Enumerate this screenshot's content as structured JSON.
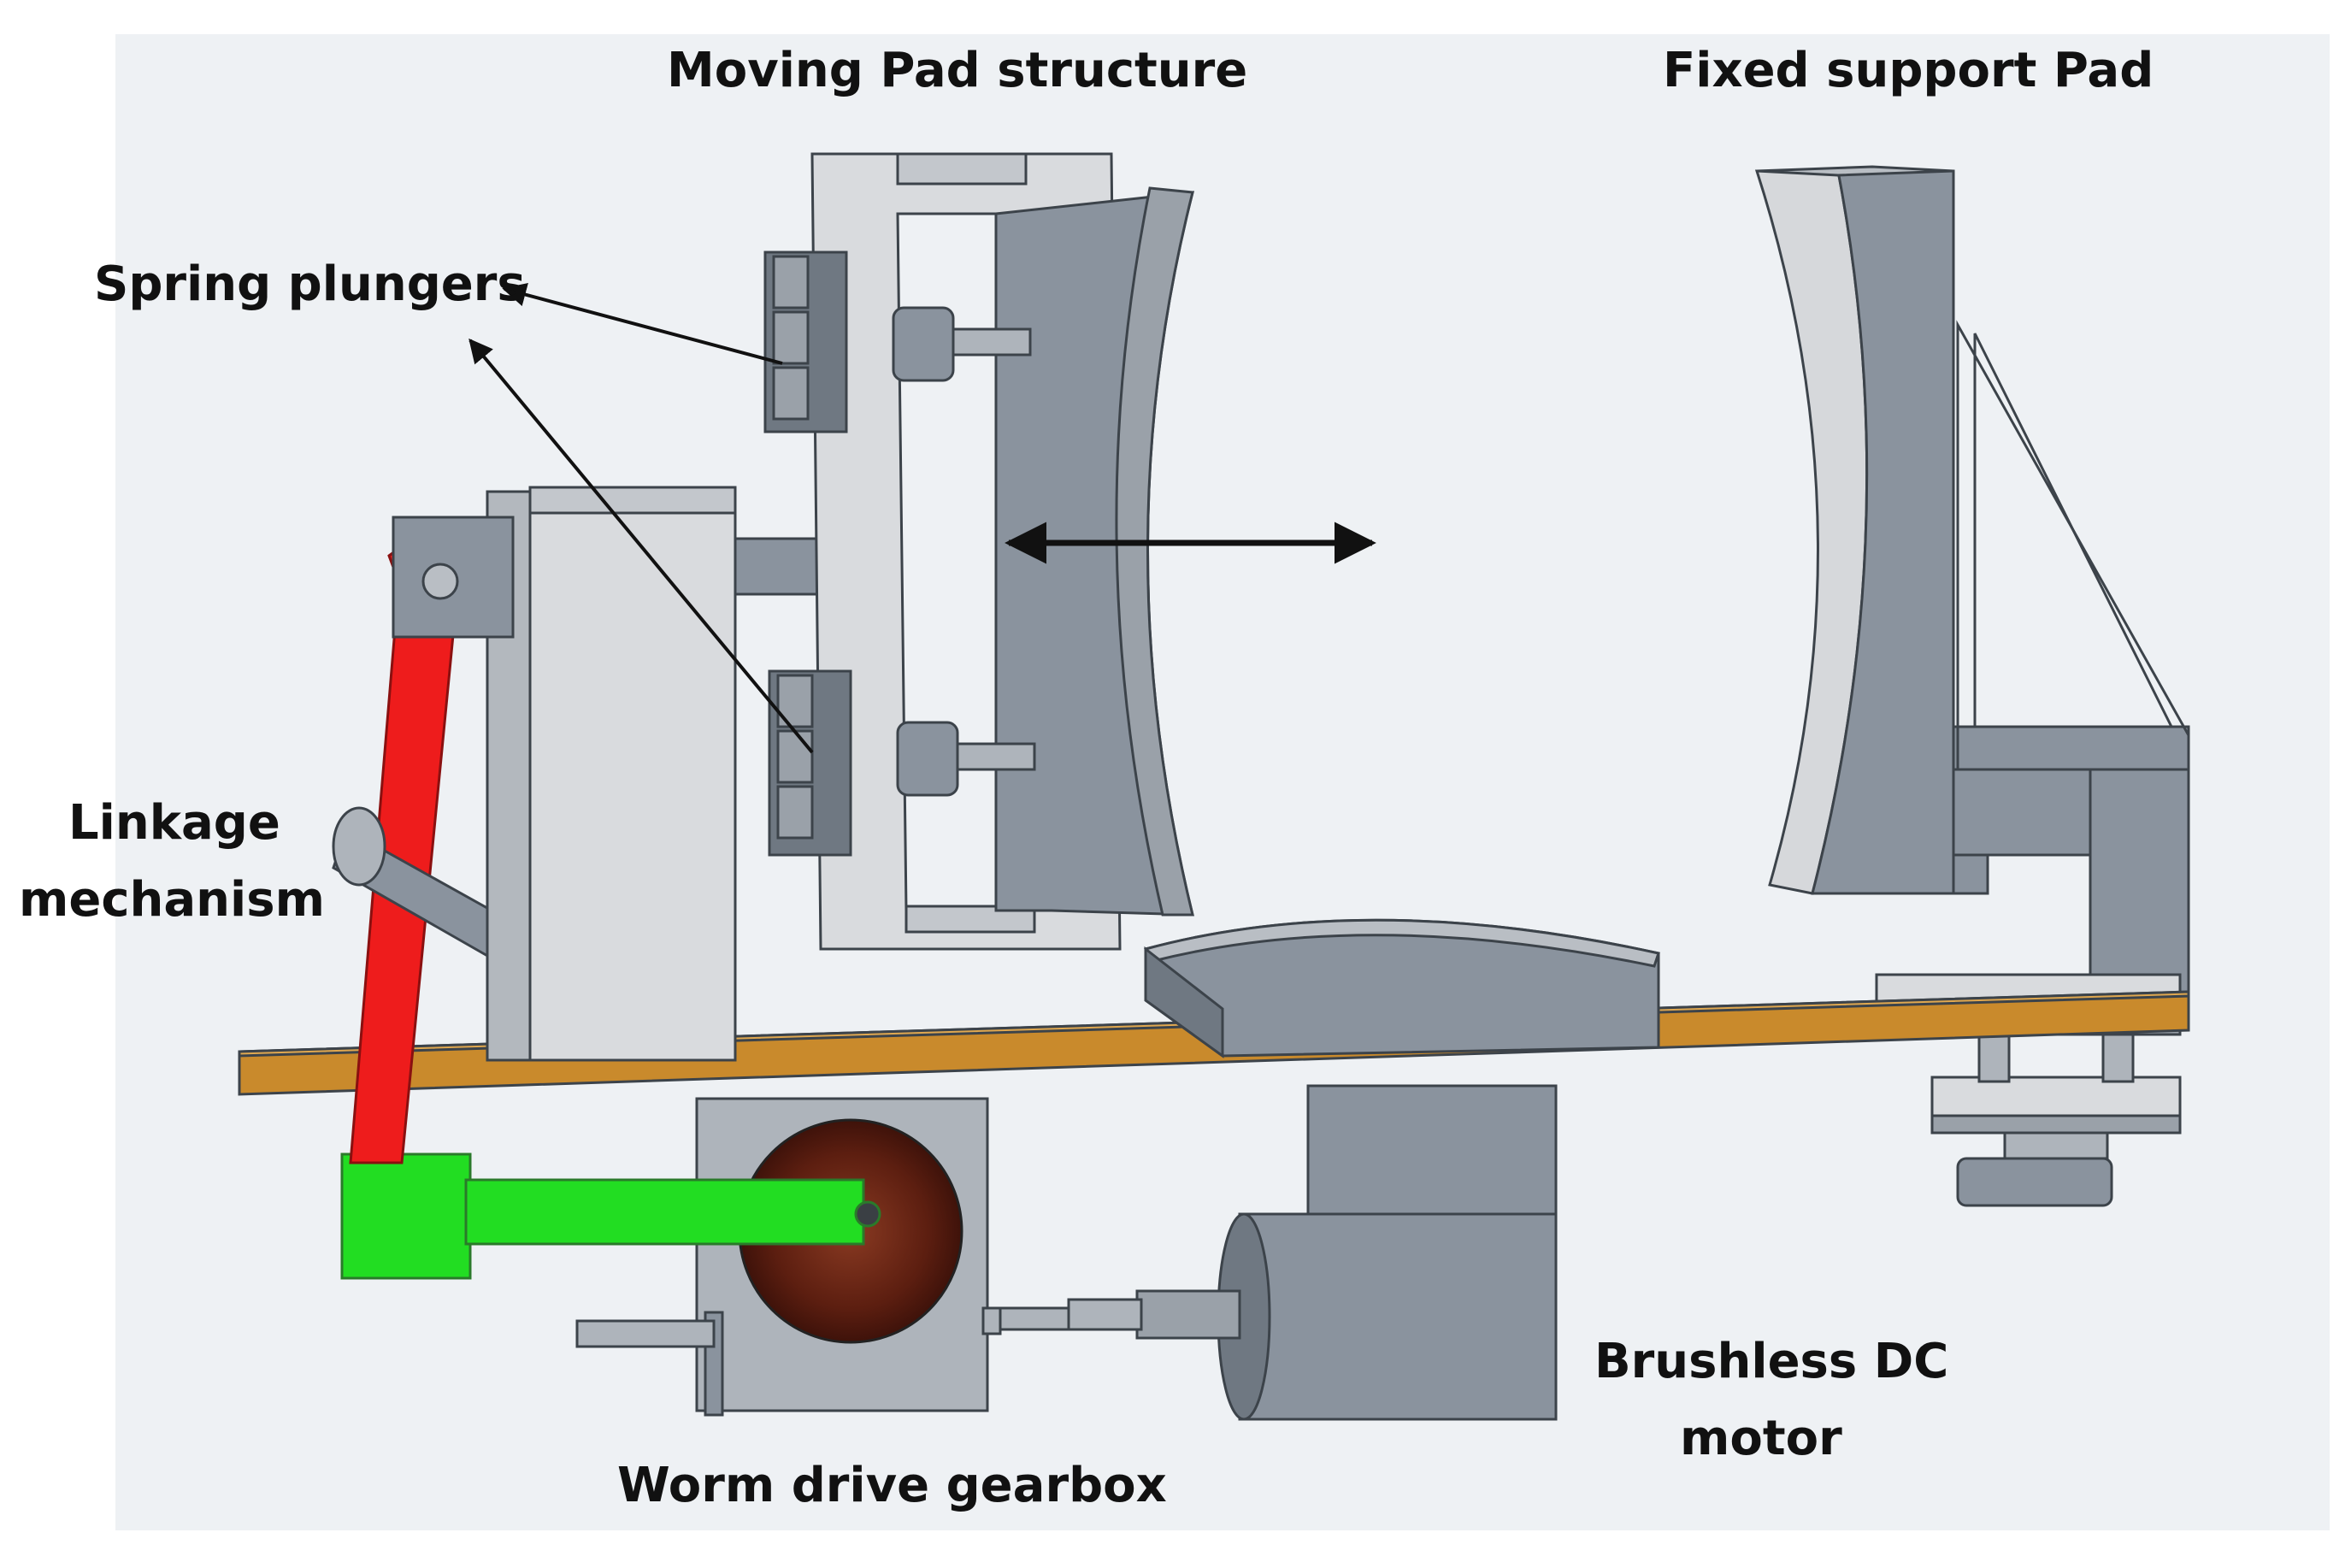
{
  "labels": {
    "moving_pad": "Moving Pad structure",
    "fixed_pad": "Fixed support Pad",
    "spring_plungers": "Spring plungers",
    "linkage_line1": "Linkage",
    "linkage_line2": "mechanism",
    "worm_gearbox": "Worm drive gearbox",
    "motor_line1": "Brushless DC",
    "motor_line2": "motor"
  },
  "colors": {
    "background": "#eef1f4",
    "part_gray": "#8a939e",
    "part_light": "#d9dbde",
    "base_plate": "#c98a2c",
    "linkage_red": "#ee1c1c",
    "lever_green": "#22dd22",
    "gear_brown": "#6b2414"
  }
}
